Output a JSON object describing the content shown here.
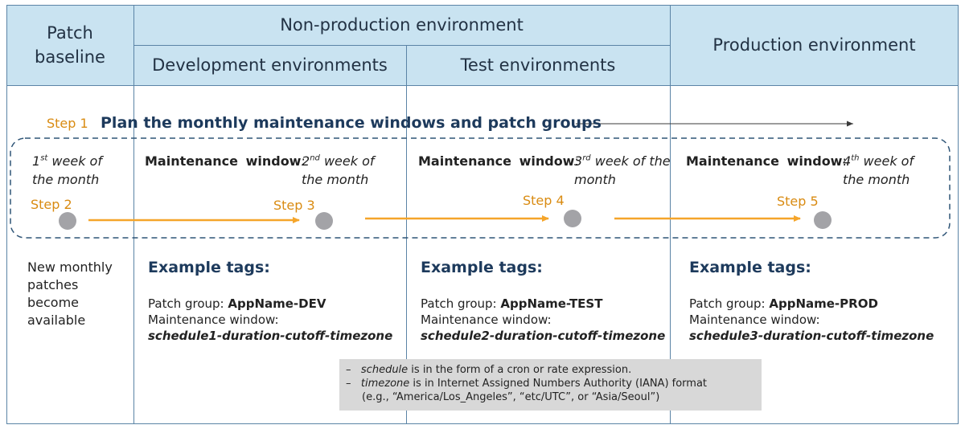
{
  "header": {
    "patch_baseline": "Patch baseline",
    "nonprod": "Non-production environment",
    "dev": "Development environments",
    "test": "Test environments",
    "prod": "Production environment"
  },
  "step1": {
    "label": "Step 1",
    "text": "Plan the monthly maintenance windows and patch groups"
  },
  "steps": {
    "s2": "Step 2",
    "s3": "Step 3",
    "s4": "Step 4",
    "s5": "Step 5"
  },
  "baseline": {
    "week_num": "1",
    "week_sup": "st",
    "week_rest": " week of",
    "week_line2": "the month",
    "available": "New monthly patches become available"
  },
  "columns": [
    {
      "mw_label": "Maintenance window",
      "week_num": "2",
      "week_sup": "nd",
      "week_rest": " week of",
      "week_line2": "the month",
      "example_title": "Example tags:",
      "pg_label": "Patch group: ",
      "pg_value": "AppName-DEV",
      "mw_line": "Maintenance window:",
      "schedule": "schedule1-duration-cutoff-timezone"
    },
    {
      "mw_label": "Maintenance window",
      "week_num": "3",
      "week_sup": "rd",
      "week_rest": " week of the",
      "week_line2": "month",
      "example_title": "Example tags:",
      "pg_label": "Patch group: ",
      "pg_value": "AppName-TEST",
      "mw_line": "Maintenance window:",
      "schedule": "schedule2-duration-cutoff-timezone"
    },
    {
      "mw_label": "Maintenance window",
      "week_num": "4",
      "week_sup": "th",
      "week_rest": " week of",
      "week_line2": "the month",
      "example_title": "Example tags:",
      "pg_label": "Patch group: ",
      "pg_value": "AppName-PROD",
      "mw_line": "Maintenance window:",
      "schedule": "schedule3-duration-cutoff-timezone"
    }
  ],
  "note": {
    "dash": "–",
    "l1_em": "schedule",
    "l1_rest": " is in the form of a cron or rate expression.",
    "l2_em": "timezone",
    "l2_rest": " is in Internet Assigned Numbers Authority (IANA) format",
    "l3": "(e.g., “America/Los_Angeles”,  “etc/UTC”, or “Asia/Seoul”)"
  },
  "colors": {
    "header_bg": "#c9e3f1",
    "step_orange": "#d98b12",
    "arrow_orange": "#f5a52a",
    "dot_gray": "#a3a3a7",
    "note_bg": "#d8d8d8",
    "border": "#5b84a6"
  }
}
